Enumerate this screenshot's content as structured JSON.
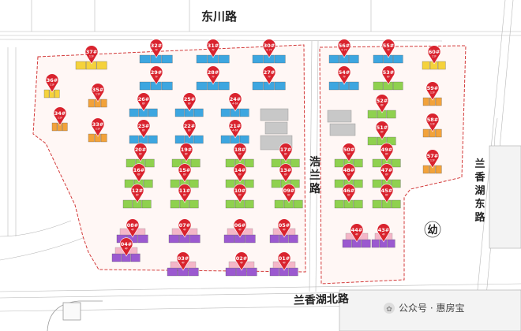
{
  "roads": {
    "north": "东川路",
    "middle": "浩兰路",
    "east": "兰香湖东路",
    "south": "兰香湖北路"
  },
  "kindergarten": "幼",
  "watermark": "公众号 · 惠房宝",
  "legend_colors": {
    "blue": "#3da6e0",
    "green": "#8fd14f",
    "yellow": "#f5d23c",
    "orange": "#f2a23a",
    "purple": "#9b59d0",
    "pink": "#f4b6c8",
    "boundary": "#d33a3a",
    "pin": "#d9232e"
  },
  "buildings": [
    {
      "id": "32#",
      "sub": "7F"
    },
    {
      "id": "31#",
      "sub": "7F"
    },
    {
      "id": "30#",
      "sub": "5-7F"
    },
    {
      "id": "29#",
      "sub": "7F"
    },
    {
      "id": "28#",
      "sub": "7F"
    },
    {
      "id": "27#",
      "sub": "7F"
    },
    {
      "id": "26#",
      "sub": "6F"
    },
    {
      "id": "25#",
      "sub": "6F"
    },
    {
      "id": "24#",
      "sub": "4-6F"
    },
    {
      "id": "23#",
      "sub": "6F"
    },
    {
      "id": "22#",
      "sub": "6F"
    },
    {
      "id": "21#",
      "sub": "4-6F"
    },
    {
      "id": "20#",
      "sub": "6F"
    },
    {
      "id": "19#",
      "sub": "6F"
    },
    {
      "id": "18#",
      "sub": "6F"
    },
    {
      "id": "17#",
      "sub": "6F"
    },
    {
      "id": "16#",
      "sub": "6F"
    },
    {
      "id": "15#",
      "sub": "6F"
    },
    {
      "id": "14#",
      "sub": "6F"
    },
    {
      "id": "13#",
      "sub": "6F"
    },
    {
      "id": "12#",
      "sub": "6F"
    },
    {
      "id": "11#",
      "sub": "6F"
    },
    {
      "id": "10#",
      "sub": "6F"
    },
    {
      "id": "09#",
      "sub": "6F"
    },
    {
      "id": "08#",
      "sub": "4F"
    },
    {
      "id": "07#",
      "sub": "4F"
    },
    {
      "id": "06#",
      "sub": "4F"
    },
    {
      "id": "05#",
      "sub": "4F"
    },
    {
      "id": "04#",
      "sub": "4F"
    },
    {
      "id": "03#",
      "sub": "4F"
    },
    {
      "id": "02#",
      "sub": "4F"
    },
    {
      "id": "01#",
      "sub": "4F"
    },
    {
      "id": "37#",
      "sub": "11F"
    },
    {
      "id": "36#",
      "sub": "11F"
    },
    {
      "id": "35#",
      "sub": "11F"
    },
    {
      "id": "34#",
      "sub": "11F"
    },
    {
      "id": "33#",
      "sub": "11F"
    },
    {
      "id": "56#",
      "sub": "5-7F"
    },
    {
      "id": "55#",
      "sub": "7F"
    },
    {
      "id": "54#",
      "sub": "7F"
    },
    {
      "id": "53#",
      "sub": "6F"
    },
    {
      "id": "52#",
      "sub": "6F"
    },
    {
      "id": "51#",
      "sub": "6F"
    },
    {
      "id": "50#",
      "sub": "6F"
    },
    {
      "id": "49#",
      "sub": "6F"
    },
    {
      "id": "48#",
      "sub": "6F"
    },
    {
      "id": "47#",
      "sub": "6F"
    },
    {
      "id": "46#",
      "sub": "6F"
    },
    {
      "id": "45#",
      "sub": "6F"
    },
    {
      "id": "44#",
      "sub": "4F"
    },
    {
      "id": "43#",
      "sub": "4F"
    },
    {
      "id": "60#",
      "sub": "11F"
    },
    {
      "id": "59#",
      "sub": "11F"
    },
    {
      "id": "58#",
      "sub": "11F"
    },
    {
      "id": "57#",
      "sub": "11F"
    }
  ]
}
